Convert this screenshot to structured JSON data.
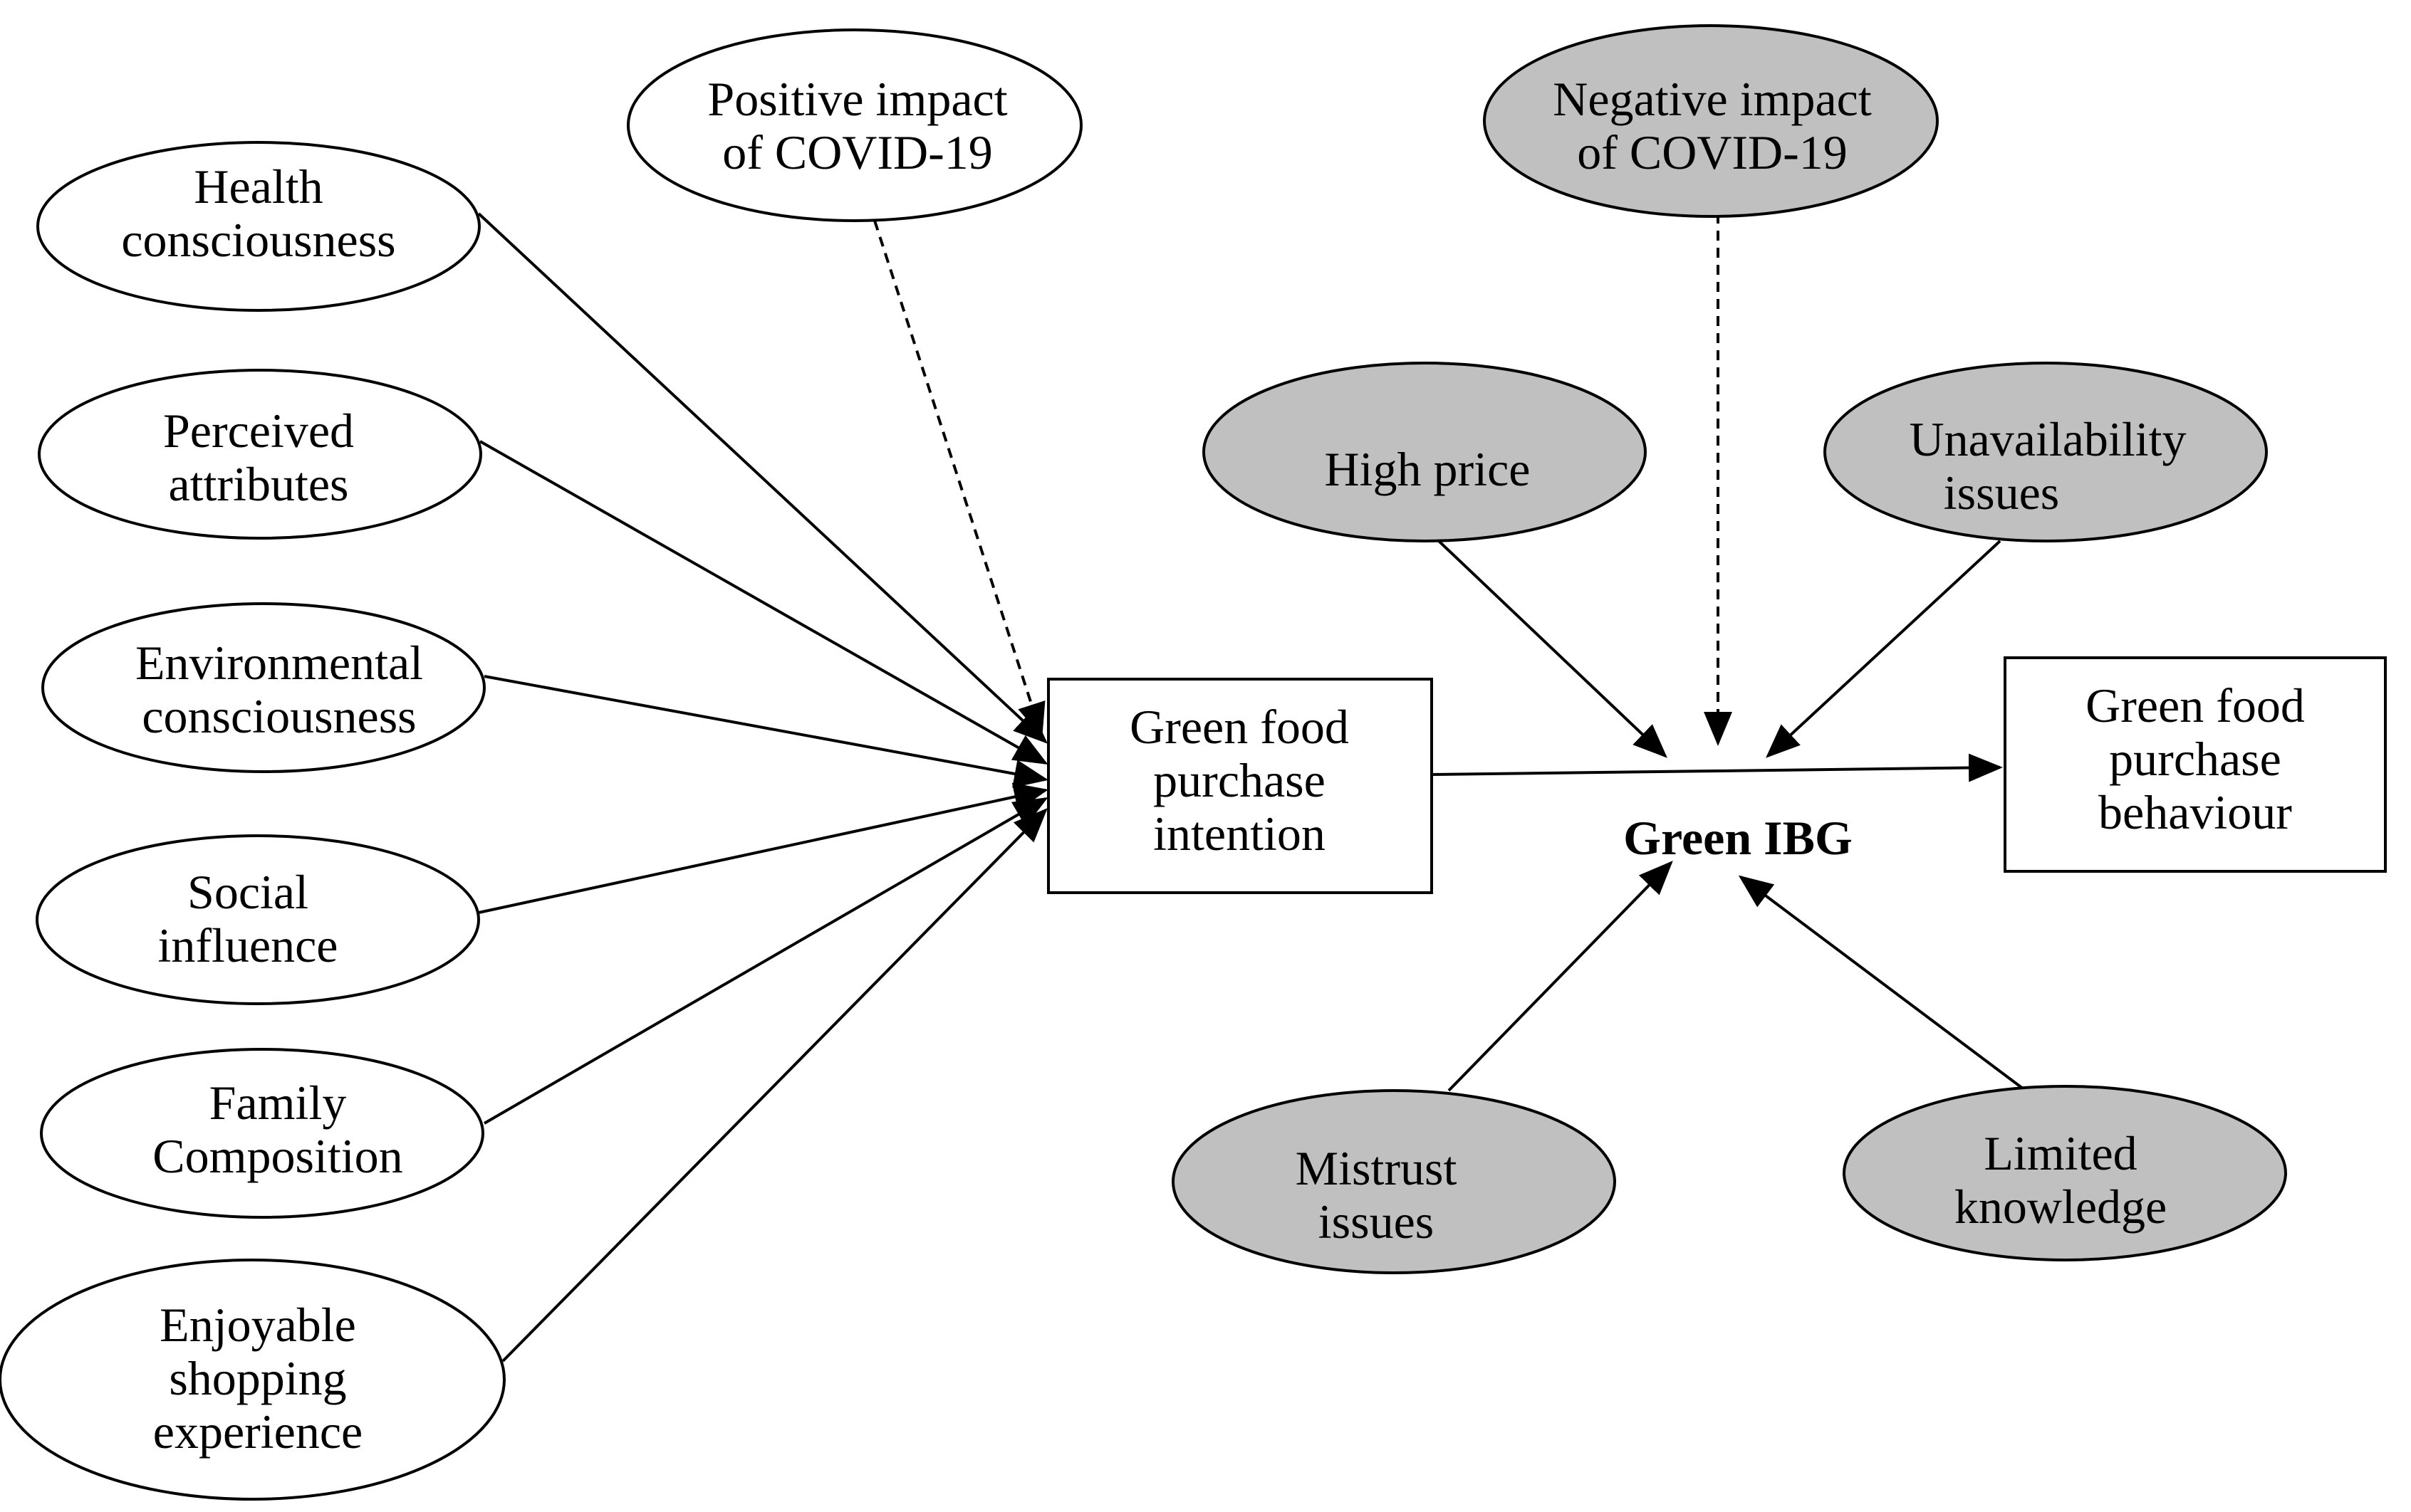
{
  "colors": {
    "ellipse_white": "#ffffff",
    "ellipse_grey": "#c0c0c0",
    "stroke": "#000000"
  },
  "drivers": {
    "health": [
      "Health",
      "consciousness"
    ],
    "perceived": [
      "Perceived",
      "attributes"
    ],
    "environmental": [
      "Environmental",
      "consciousness"
    ],
    "social": [
      "Social",
      "influence"
    ],
    "family": [
      "Family",
      "Composition"
    ],
    "enjoyable": [
      "Enjoyable",
      "shopping",
      "experience"
    ]
  },
  "covid": {
    "positive": [
      "Positive impact",
      "of COVID-19"
    ],
    "negative": [
      "Negative impact",
      "of COVID-19"
    ]
  },
  "barriers": {
    "high_price": [
      "High price"
    ],
    "unavailability": [
      "Unavailability",
      "issues"
    ],
    "mistrust": [
      "Mistrust",
      "issues"
    ],
    "limited_knowledge": [
      "Limited",
      "knowledge"
    ]
  },
  "boxes": {
    "intention": [
      "Green food",
      "purchase",
      "intention"
    ],
    "behaviour": [
      "Green food",
      "purchase",
      "behaviour"
    ]
  },
  "gap_label": "Green IBG"
}
